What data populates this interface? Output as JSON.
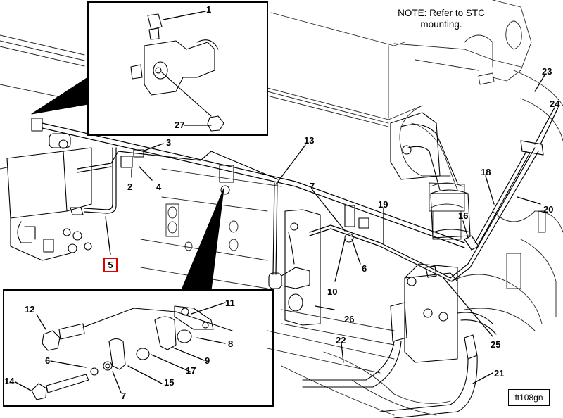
{
  "figure": {
    "title_note": "NOTE: Refer to STC mounting.",
    "note_line1": "NOTE: Refer to STC",
    "note_line2": "mounting.",
    "figure_id": "ft108gn",
    "highlight_color": "#e00000",
    "highlighted_callout": "5"
  },
  "callouts": {
    "c1": "1",
    "c2": "2",
    "c3": "3",
    "c4": "4",
    "c5": "5",
    "c6_main": "6",
    "c6_inset": "6",
    "c7_main": "7",
    "c7_inset": "7",
    "c8": "8",
    "c9": "9",
    "c10": "10",
    "c11": "11",
    "c12": "12",
    "c13": "13",
    "c14": "14",
    "c15": "15",
    "c16": "16",
    "c17": "17",
    "c18": "18",
    "c19": "19",
    "c20": "20",
    "c21": "21",
    "c22": "22",
    "c23": "23",
    "c24": "24",
    "c25": "25",
    "c26": "26",
    "c27": "27"
  },
  "insets": {
    "top": {
      "subject": "pump fitting detail",
      "callouts": [
        "1",
        "27"
      ]
    },
    "bottom": {
      "subject": "clamp hardware exploded view",
      "callouts": [
        "6",
        "7",
        "8",
        "9",
        "11",
        "12",
        "14",
        "15",
        "17"
      ]
    }
  }
}
